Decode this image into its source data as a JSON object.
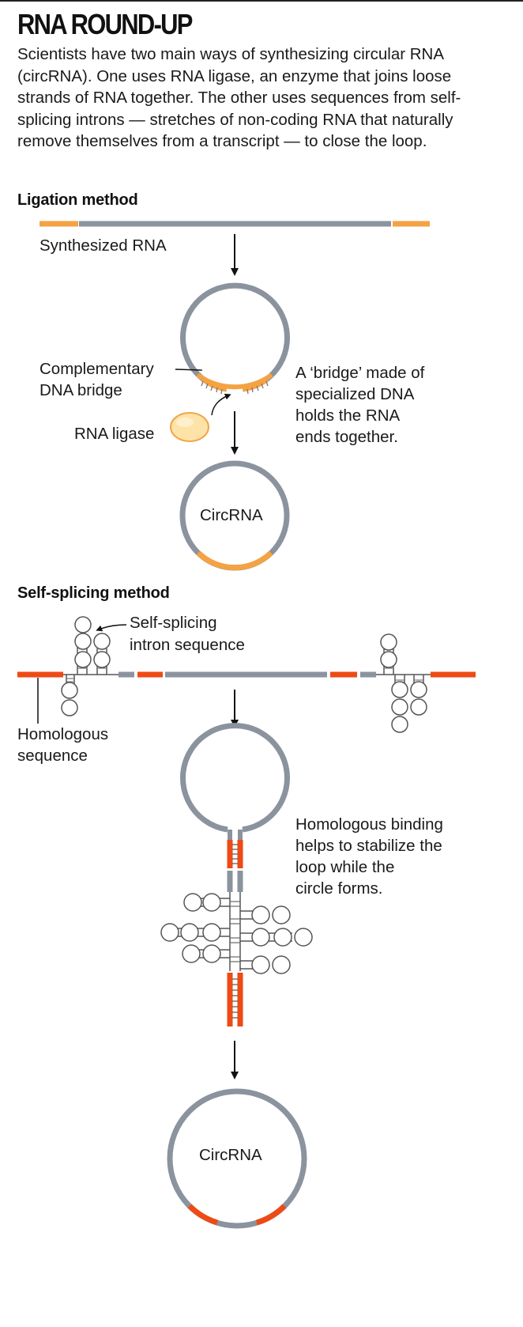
{
  "title": "RNA ROUND-UP",
  "intro": "Scientists have two main ways of synthesizing circular RNA (circRNA). One uses RNA ligase, an enzyme that joins loose strands of RNA together. The other uses sequences from self-splicing introns — stretches of non-coding RNA that naturally remove themselves from a transcript — to close the loop.",
  "ligation": {
    "heading": "Ligation method",
    "synthesized_label": "Synthesized RNA",
    "bridge_label_line1": "Complementary",
    "bridge_label_line2": "DNA bridge",
    "ligase_label": "RNA ligase",
    "note_line1": "A ‘bridge’ made of",
    "note_line2": "specialized DNA",
    "note_line3": "holds the RNA",
    "note_line4": "ends together.",
    "circ_label": "CircRNA"
  },
  "self_splicing": {
    "heading": "Self-splicing method",
    "intron_label_line1": "Self-splicing",
    "intron_label_line2": "intron sequence",
    "homologous_label_line1": "Homologous",
    "homologous_label_line2": "sequence",
    "note_line1": "Homologous binding",
    "note_line2": "helps to stabilize the",
    "note_line3": "loop while the",
    "note_line4": "circle forms.",
    "circ_label": "CircRNA"
  },
  "colors": {
    "rna_gray": "#8a939e",
    "orange": "#f5a243",
    "red_orange": "#ee4a16",
    "ligase_fill": "#fde3a8",
    "ligase_stroke": "#f0a54a",
    "text": "#1a1a1a"
  }
}
